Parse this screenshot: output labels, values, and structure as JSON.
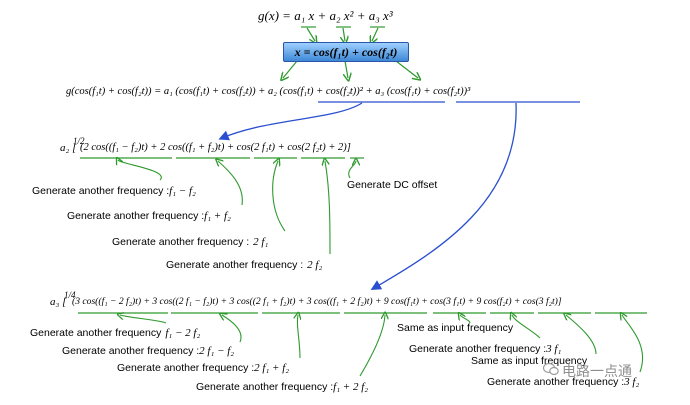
{
  "header_equation": "g(x) = a₁ x + a₂ x² + a₃ x³",
  "input_box": "x = cos(f₁t) + cos(f₂t)",
  "expanded_equation": "g(cos(f₁t) + cos(f₂t)) = a₁ (cos(f₁t) + cos(f₂t)) + a₂ (cos(f₁t) + cos(f₂t))² + a₃ (cos(f₁t) + cos(f₂t))³",
  "second_order": {
    "equation_line1": "a₂ [",
    "fraction": "1/2",
    "equation_line2": "(2 cos((f₁ − f₂)t) + 2 cos((f₁ + f₂)t) + cos(2 f₁t) + cos(2 f₂t) + 2)]",
    "annotations": [
      {
        "text": "Generate another frequency :",
        "math": "f₁ − f₂"
      },
      {
        "text": "Generate another frequency :",
        "math": "f₁ + f₂"
      },
      {
        "text": "Generate another frequency :",
        "math": "2 f₁"
      },
      {
        "text": "Generate another frequency :",
        "math": "2 f₂"
      },
      {
        "text": "Generate DC offset",
        "math": ""
      }
    ]
  },
  "third_order": {
    "equation_line1": "a₃ [",
    "fraction": "1/4",
    "equation_line2": "(3 cos((f₁ − 2 f₂)t) + 3 cos((2 f₁ − f₂)t) + 3 cos((2 f₁ + f₂)t) + 3 cos((f₁ + 2 f₂)t) + 9 cos(f₁t) + cos(3 f₁t) + 9 cos(f₂t) + cos(3 f₂t)]",
    "annotations": [
      {
        "text": "Generate another frequency",
        "math": "f₁ − 2 f₂"
      },
      {
        "text": "Generate another frequency :",
        "math": "2 f₁ − f₂"
      },
      {
        "text": "Generate another frequency :",
        "math": "2 f₁ + f₂"
      },
      {
        "text": "Generate another frequency :",
        "math": "f₁ + 2 f₂"
      },
      {
        "text": "Same as input frequency",
        "math": ""
      },
      {
        "text": "Generate another frequency :",
        "math": "3 f₁"
      },
      {
        "text": "Same as input frequency",
        "math": ""
      },
      {
        "text": "Generate another frequency :",
        "math": "3 f₂"
      }
    ]
  },
  "watermark": "电路一点通",
  "colors": {
    "arrow_green": "#2e9a2e",
    "arrow_blue": "#2a4fd0",
    "box_top": "#9fd0ff",
    "box_bottom": "#3e88d6"
  }
}
